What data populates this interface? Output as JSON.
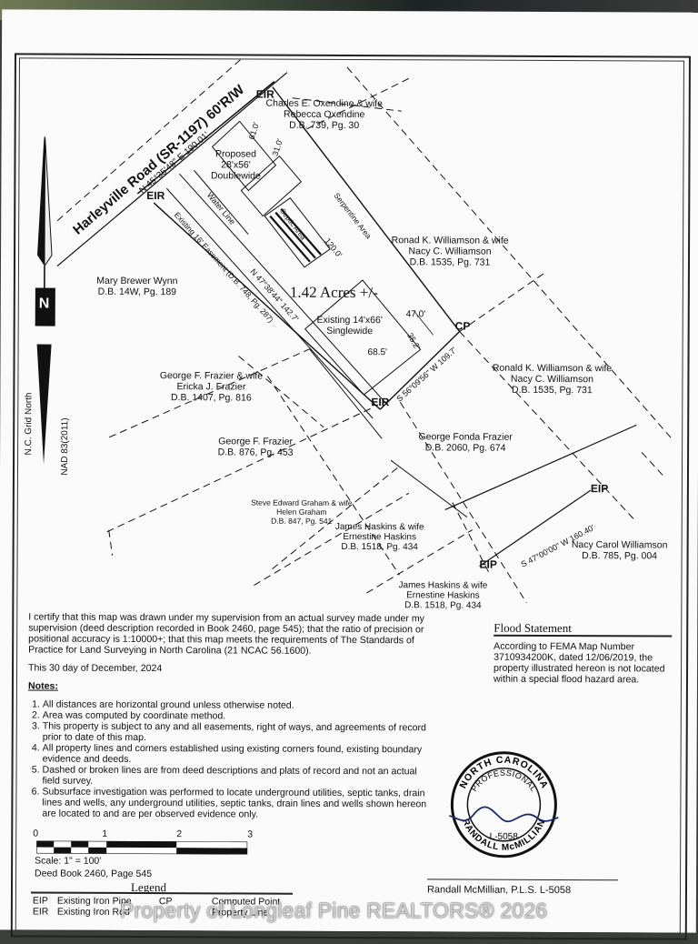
{
  "road": {
    "name": "Harleyville Road (SR-1197) 60'R/W",
    "bearing": "N 45°35'48\" E  190.01'"
  },
  "north_arrow": {
    "letter": "N",
    "grid_label": "N.C. Grid North",
    "datum": "NAD 83(2011)"
  },
  "corners": {
    "eir_top": "EIR",
    "eir_left": "EIR",
    "eir_bottom": "EIR",
    "cp": "CP",
    "eip_right": "EIP",
    "eip_bottom": "EIP"
  },
  "dimensions": {
    "d61": "61.0'",
    "d31": "31.0'",
    "d120": "120.0'",
    "d47": "47.0'",
    "d35": "35.2'",
    "d68": "68.5'",
    "left_line": "N 47°38'44\" 142.7'",
    "bottom_line": "S 56°09'56\" W  109.7'",
    "right_line": "S 47°00'00\" W  160.40'"
  },
  "features": {
    "proposed_line1": "Proposed",
    "proposed_line2": "28'x56'",
    "proposed_line3": "Doublewide",
    "water_line": "Water Line",
    "septic_area": "Septic Area",
    "serpentine": "Serpentine Area",
    "easement": "Existing 16' Easement (D.B. 748, Pg. 287)",
    "acres": "1.42 Acres +/-",
    "existing_line1": "Existing 14'x66'",
    "existing_line2": "Singlewide"
  },
  "owners": [
    {
      "name": "Charles E. Oxendine & wife",
      "name2": "Rebecca Oxendine",
      "deed": "D.B. 739, Pg. 30"
    },
    {
      "name": "Ronad K. Williamson & wife",
      "name2": "Nacy C. Williamson",
      "deed": "D.B. 1535, Pg. 731"
    },
    {
      "name": "Mary Brewer Wynn",
      "deed": "D.B. 14W, Pg. 189"
    },
    {
      "name": "George F. Frazier & wife",
      "name2": "Ericka J. Frazier",
      "deed": "D.B. 1407, Pg. 816"
    },
    {
      "name": "Ronald K. Williamson & wife",
      "name2": "Nacy C. Williamson",
      "deed": "D.B. 1535, Pg. 731"
    },
    {
      "name": "George F. Frazier",
      "deed": "D.B. 876, Pg. 453"
    },
    {
      "name": "George Fonda Frazier",
      "deed": "D.B. 2060, Pg. 674"
    },
    {
      "name": "Steve Edward Graham & wife",
      "name2": "Helen Graham",
      "deed": "D.B. 847, Pg. 541"
    },
    {
      "name": "James Haskins & wife",
      "name2": "Ernestine Haskins",
      "deed": "D.B. 1518, Pg. 434"
    },
    {
      "name": "Nacy Carol Williamson",
      "deed": "D.B. 785, Pg. 004"
    },
    {
      "name": "James Haskins & wife",
      "name2": "Ernestine Haskins",
      "deed": "D.B. 1518, Pg. 434"
    }
  ],
  "certification": {
    "text": "I certify that this map was drawn under my supervision from an actual survey made under my supervision (deed description recorded in Book 2460, page 545); that the ratio of precision or positional accuracy is 1:10000+; that this map meets the requirements of The Standards of Practice for Land Surveying in North Carolina (21 NCAC 56.1600).",
    "date": "This 30 day of December, 2024"
  },
  "notes": {
    "title": "Notes:",
    "items": [
      "All distances are horizontal ground unless otherwise noted.",
      "Area was computed by coordinate method.",
      "This property is subject to any and all easements, right of ways, and agreements of record prior to date of this map.",
      "All property lines and corners established using existing corners found, existing boundary evidence and deeds.",
      "Dashed or broken lines are from deed descriptions and plats of record and not an actual field survey.",
      "Subsurface investigation was performed to locate underground utilities, septic tanks, drain lines and wells, any underground utilities, septic tanks, drain lines and wells shown hereon are located to and are per observed evidence only."
    ]
  },
  "flood": {
    "title": "Flood Statement",
    "text": "According to FEMA Map Number 3710934200K, dated 12/06/2019, the property illustrated hereon is not located within a special flood hazard area."
  },
  "seal": {
    "top": "NORTH CAROLINA",
    "middle": "PROFESSIONAL",
    "license": "L-5058",
    "bottom": "RANDALL McMILLIAN"
  },
  "scale": {
    "ticks": [
      "0",
      "1",
      "2",
      "3"
    ],
    "label": "Scale:  1\" = 100'"
  },
  "deed_book": "Deed Book 2460, Page 545",
  "legend": {
    "title": "Legend",
    "rows": [
      [
        "EIP",
        "Existing Iron Pipe",
        "CP",
        "Computed Point"
      ],
      [
        "EIR",
        "Existing Iron Rod",
        "",
        "Property Line"
      ]
    ]
  },
  "surveyor": "Randall McMillian, P.L.S.   L-5058",
  "watermark": "Property of Longleaf Pine REALTORS® 2026"
}
